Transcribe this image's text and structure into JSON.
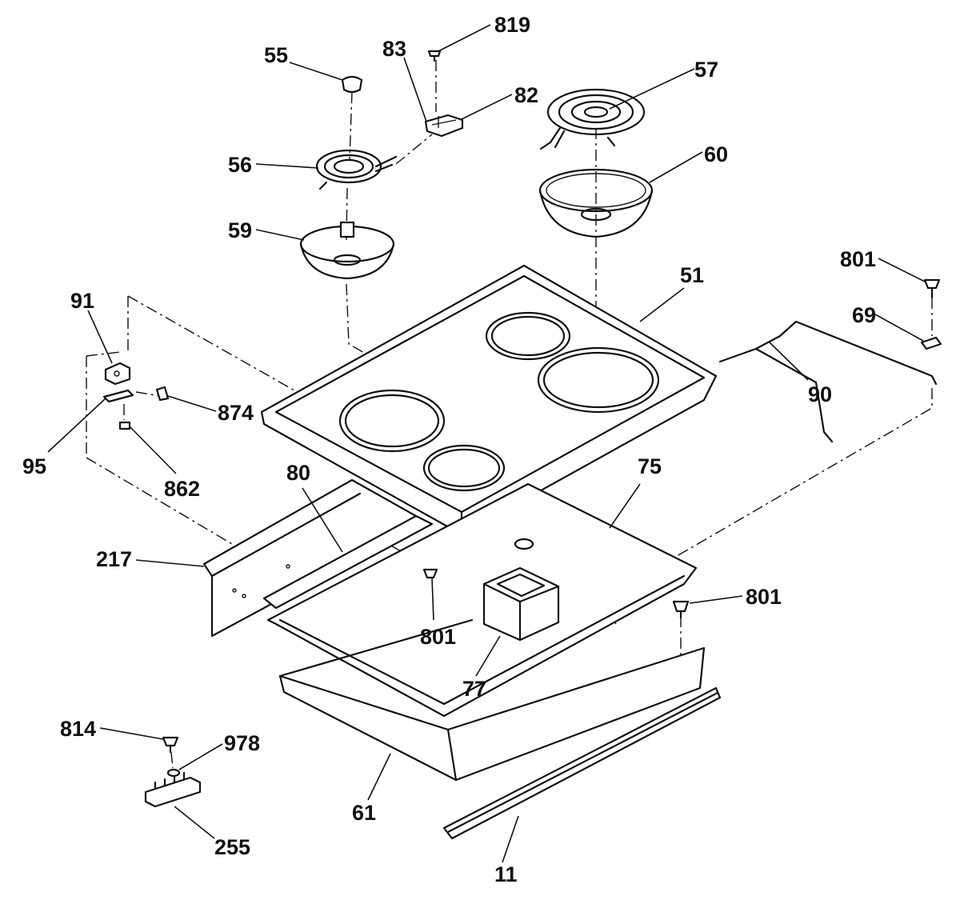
{
  "callouts": [
    {
      "id": "55",
      "text": "55"
    },
    {
      "id": "819",
      "text": "819"
    },
    {
      "id": "83",
      "text": "83"
    },
    {
      "id": "82",
      "text": "82"
    },
    {
      "id": "57",
      "text": "57"
    },
    {
      "id": "56",
      "text": "56"
    },
    {
      "id": "60",
      "text": "60"
    },
    {
      "id": "59",
      "text": "59"
    },
    {
      "id": "51",
      "text": "51"
    },
    {
      "id": "801a",
      "text": "801"
    },
    {
      "id": "69",
      "text": "69"
    },
    {
      "id": "91",
      "text": "91"
    },
    {
      "id": "90",
      "text": "90"
    },
    {
      "id": "874",
      "text": "874"
    },
    {
      "id": "95",
      "text": "95"
    },
    {
      "id": "862",
      "text": "862"
    },
    {
      "id": "80",
      "text": "80"
    },
    {
      "id": "75",
      "text": "75"
    },
    {
      "id": "217",
      "text": "217"
    },
    {
      "id": "801b",
      "text": "801"
    },
    {
      "id": "801c",
      "text": "801"
    },
    {
      "id": "77",
      "text": "77"
    },
    {
      "id": "814",
      "text": "814"
    },
    {
      "id": "978",
      "text": "978"
    },
    {
      "id": "61",
      "text": "61"
    },
    {
      "id": "255",
      "text": "255"
    },
    {
      "id": "11",
      "text": "11"
    }
  ]
}
